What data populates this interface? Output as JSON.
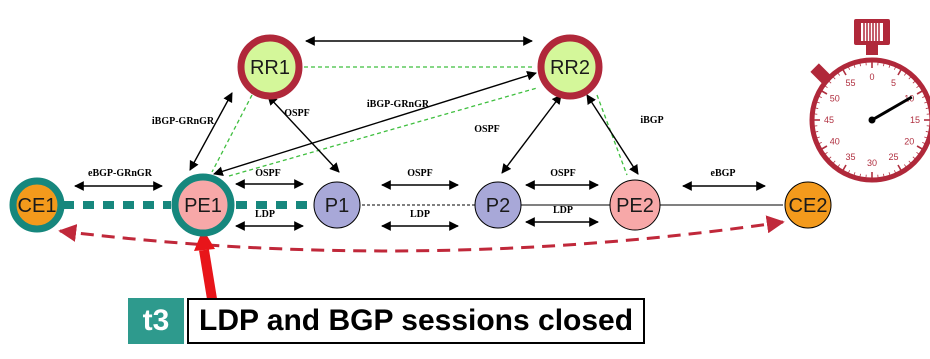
{
  "nodes": {
    "rr1": "RR1",
    "rr2": "RR2",
    "ce1": "CE1",
    "pe1": "PE1",
    "p1": "P1",
    "p2": "P2",
    "pe2": "PE2",
    "ce2": "CE2"
  },
  "edge_labels": {
    "ibgp_gr_left": "iBGP-GRnGR",
    "ibgp_gr_mid": "iBGP-GRnGR",
    "ospf_rr1": "OSPF",
    "ospf_rr2": "OSPF",
    "ibgp_right": "iBGP",
    "ebgp_gr": "eBGP-GRnGR",
    "ospf_pe1_p1": "OSPF",
    "ldp_pe1_p1": "LDP",
    "ospf_p1_p2": "OSPF",
    "ldp_p1_p2": "LDP",
    "ospf_p2_pe2": "OSPF",
    "ldp_p2_pe2": "LDP",
    "ebgp": "eBGP"
  },
  "clock": {
    "numbers": [
      "0",
      "5",
      "10",
      "15",
      "20",
      "25",
      "30",
      "35",
      "40",
      "45",
      "50",
      "55"
    ],
    "hand_second": 10
  },
  "caption": {
    "step": "t3",
    "text": "LDP and BGP sessions closed"
  },
  "colors": {
    "rr_fill": "#d4f79a",
    "rr_ring": "#b0283a",
    "ce_fill": "#f39a1c",
    "ce_ring": "#16877d",
    "pe_fill": "#f7a8a8",
    "p_fill": "#a8a8d8",
    "teal": "#16877d",
    "alert_red": "#e8151a",
    "dashed_red": "#c0283a",
    "green_dashed": "#3fbf3f"
  }
}
